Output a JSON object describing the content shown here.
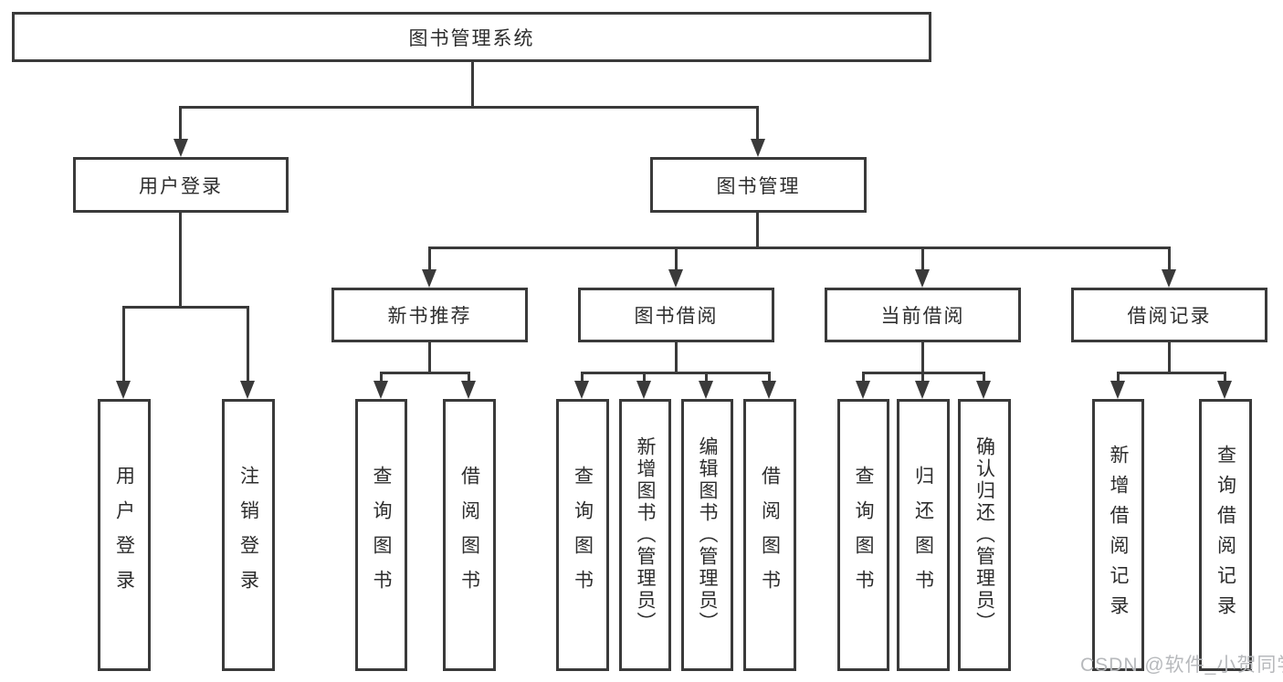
{
  "nodes": {
    "root": {
      "label": "图书管理系统"
    },
    "level2": [
      {
        "label": "用户登录"
      },
      {
        "label": "图书管理"
      }
    ],
    "level3": [
      {
        "label": "新书推荐",
        "parent": "图书管理"
      },
      {
        "label": "图书借阅",
        "parent": "图书管理"
      },
      {
        "label": "当前借阅",
        "parent": "图书管理"
      },
      {
        "label": "借阅记录",
        "parent": "图书管理"
      }
    ],
    "leaves": [
      {
        "label": "用户登录",
        "parent": "用户登录"
      },
      {
        "label": "注销登录",
        "parent": "用户登录"
      },
      {
        "label": "查询图书",
        "parent": "新书推荐"
      },
      {
        "label": "借阅图书",
        "parent": "新书推荐"
      },
      {
        "label": "查询图书",
        "parent": "图书借阅"
      },
      {
        "label": "新增图书（管理员）",
        "parent": "图书借阅"
      },
      {
        "label": "编辑图书（管理员）",
        "parent": "图书借阅"
      },
      {
        "label": "借阅图书",
        "parent": "图书借阅"
      },
      {
        "label": "查询图书",
        "parent": "当前借阅"
      },
      {
        "label": "归还图书",
        "parent": "当前借阅"
      },
      {
        "label": "确认归还（管理员）",
        "parent": "当前借阅"
      },
      {
        "label": "新增借阅记录",
        "parent": "借阅记录"
      },
      {
        "label": "查询借阅记录",
        "parent": "借阅记录"
      }
    ]
  },
  "watermark": "CSDN @软件_小贺同学",
  "colors": {
    "line": "#3a3a3a",
    "text": "#2d2d2d",
    "watermark": "#b7b9bc",
    "background": "#ffffff"
  }
}
